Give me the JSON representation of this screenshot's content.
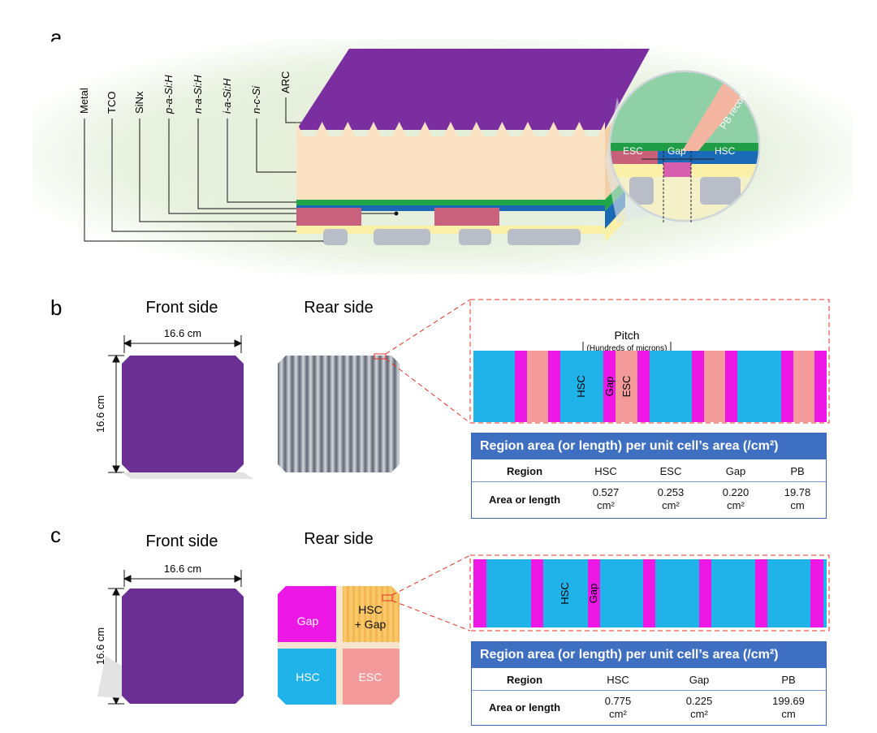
{
  "panels": {
    "a": {
      "letter": "a",
      "layer_labels": [
        "Metal",
        "TCO",
        "SiNx",
        "p-a-Si:H",
        "n-a-Si:H",
        "i-a-Si:H",
        "n-c-Si",
        "ARC"
      ],
      "inset": {
        "esc": "ESC",
        "gap": "Gap",
        "hsc": "HSC",
        "pb": "PB recom."
      }
    },
    "b": {
      "letter": "b",
      "front_title": "Front side",
      "rear_title": "Rear side",
      "width_dim": "16.6 cm",
      "height_dim": "16.6 cm",
      "pitch_label": "Pitch",
      "pitch_sub": "(Hundreds of microns)",
      "strip_labels": {
        "hsc": "HSC",
        "gap": "Gap",
        "esc": "ESC"
      },
      "table": {
        "title": "Region area (or length) per unit cell’s area (/cm²)",
        "header": [
          "Region",
          "HSC",
          "ESC",
          "Gap",
          "PB"
        ],
        "row_label": "Area or length",
        "values": [
          "0.527",
          "0.253",
          "0.220",
          "19.78"
        ],
        "units": [
          "cm²",
          "cm²",
          "cm²",
          "cm"
        ]
      }
    },
    "c": {
      "letter": "c",
      "front_title": "Front side",
      "rear_title": "Rear side",
      "width_dim": "16.6 cm",
      "height_dim": "16.6 cm",
      "quadrants": {
        "gap": "Gap",
        "hsc_gap_1": "HSC",
        "hsc_gap_2": "+ Gap",
        "hsc": "HSC",
        "esc": "ESC"
      },
      "strip_labels": {
        "hsc": "HSC",
        "gap": "Gap"
      },
      "table": {
        "title": "Region area (or length) per unit cell’s area (/cm²)",
        "header": [
          "Region",
          "HSC",
          "Gap",
          "PB"
        ],
        "row_label": "Area or length",
        "values": [
          "0.775",
          "0.225",
          "199.69"
        ],
        "units": [
          "cm²",
          "cm²",
          "cm"
        ]
      }
    }
  },
  "colors": {
    "purple": "#6b2f93",
    "hsc_blue": "#1fb3ea",
    "gap_magenta": "#ee18e6",
    "esc_pink": "#f59a9a",
    "wafer_beige": "#fbe2c2",
    "table_blue": "#3f6fc0",
    "dash_red": "#e8302a"
  }
}
